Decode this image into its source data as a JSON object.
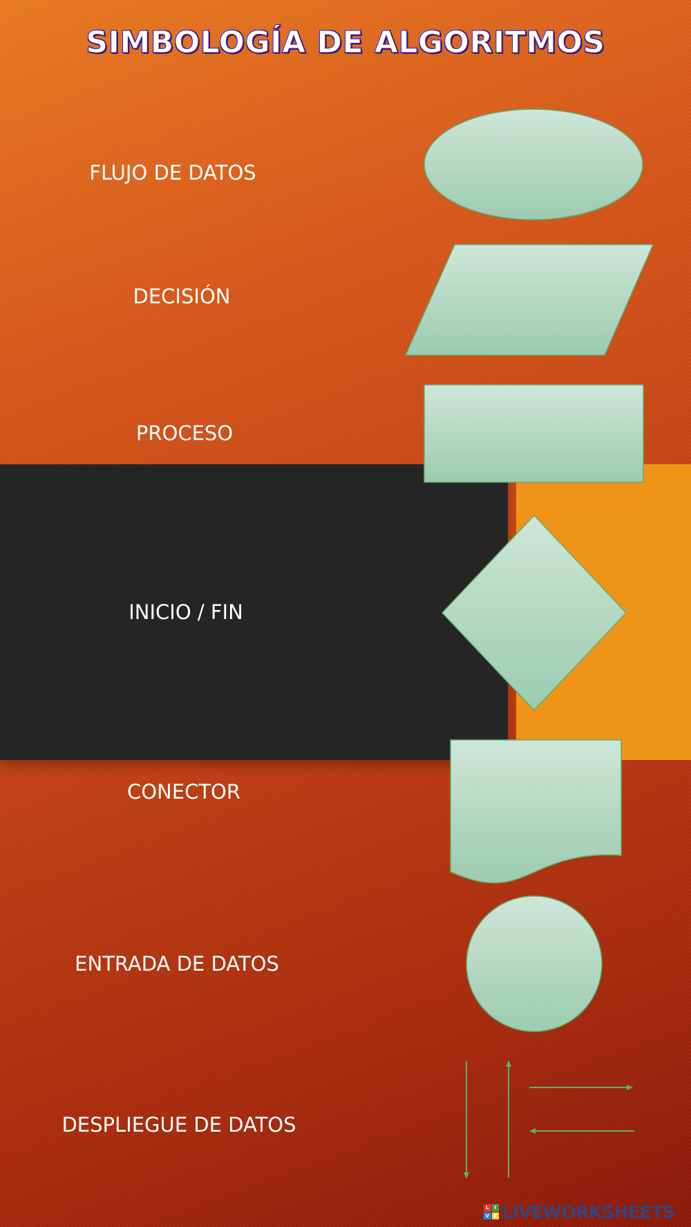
{
  "title": "SIMBOLOGÍA DE ALGORITMOS",
  "rows": [
    {
      "label": "FLUJO DE DATOS",
      "shape": "ellipse"
    },
    {
      "label": "DECISIÓN",
      "shape": "parallelogram"
    },
    {
      "label": "PROCESO",
      "shape": "rectangle"
    },
    {
      "label": "INICIO / FIN",
      "shape": "diamond"
    },
    {
      "label": "CONECTOR",
      "shape": "document"
    },
    {
      "label": "ENTRADA DE DATOS",
      "shape": "circle"
    },
    {
      "label": "DESPLIEGUE DE DATOS",
      "shape": "arrows"
    }
  ],
  "watermark": {
    "text": "LIVEWORKSHEETS",
    "mark_letters": [
      "L",
      "I",
      "V",
      "E"
    ]
  },
  "colors": {
    "shape_fill_top": "#cfe6d8",
    "shape_fill_bottom": "#9ccbb0",
    "shape_stroke": "#5fae6e",
    "dark_band": "#252525",
    "amber_band": "#ef9418"
  }
}
